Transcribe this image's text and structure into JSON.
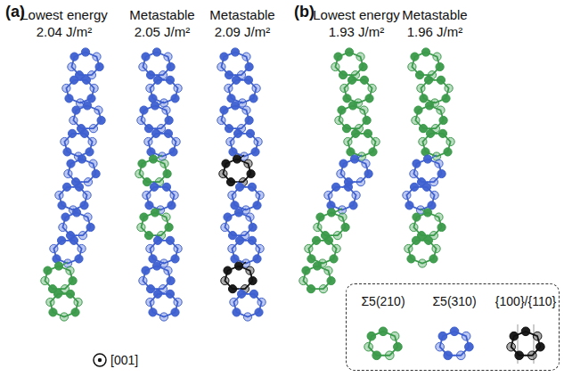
{
  "diagram": {
    "labels": [
      "(a)",
      "Lowest energy",
      "2.04 J/m²",
      "Metastable",
      "2.05 J/m²",
      "Metastable",
      "2.09 J/m²",
      "[001]",
      "(b)",
      "Lowest energy",
      "1.93 J/m²",
      "Metastable",
      "1.96 J/m²"
    ],
    "legend": [
      {
        "text": "Σ5(210)",
        "color": "#3a9a4a"
      },
      {
        "text": "Σ5(310)",
        "color": "#3d5fd0"
      },
      {
        "text": "{100}/{110}",
        "color": "#111111"
      }
    ]
  }
}
